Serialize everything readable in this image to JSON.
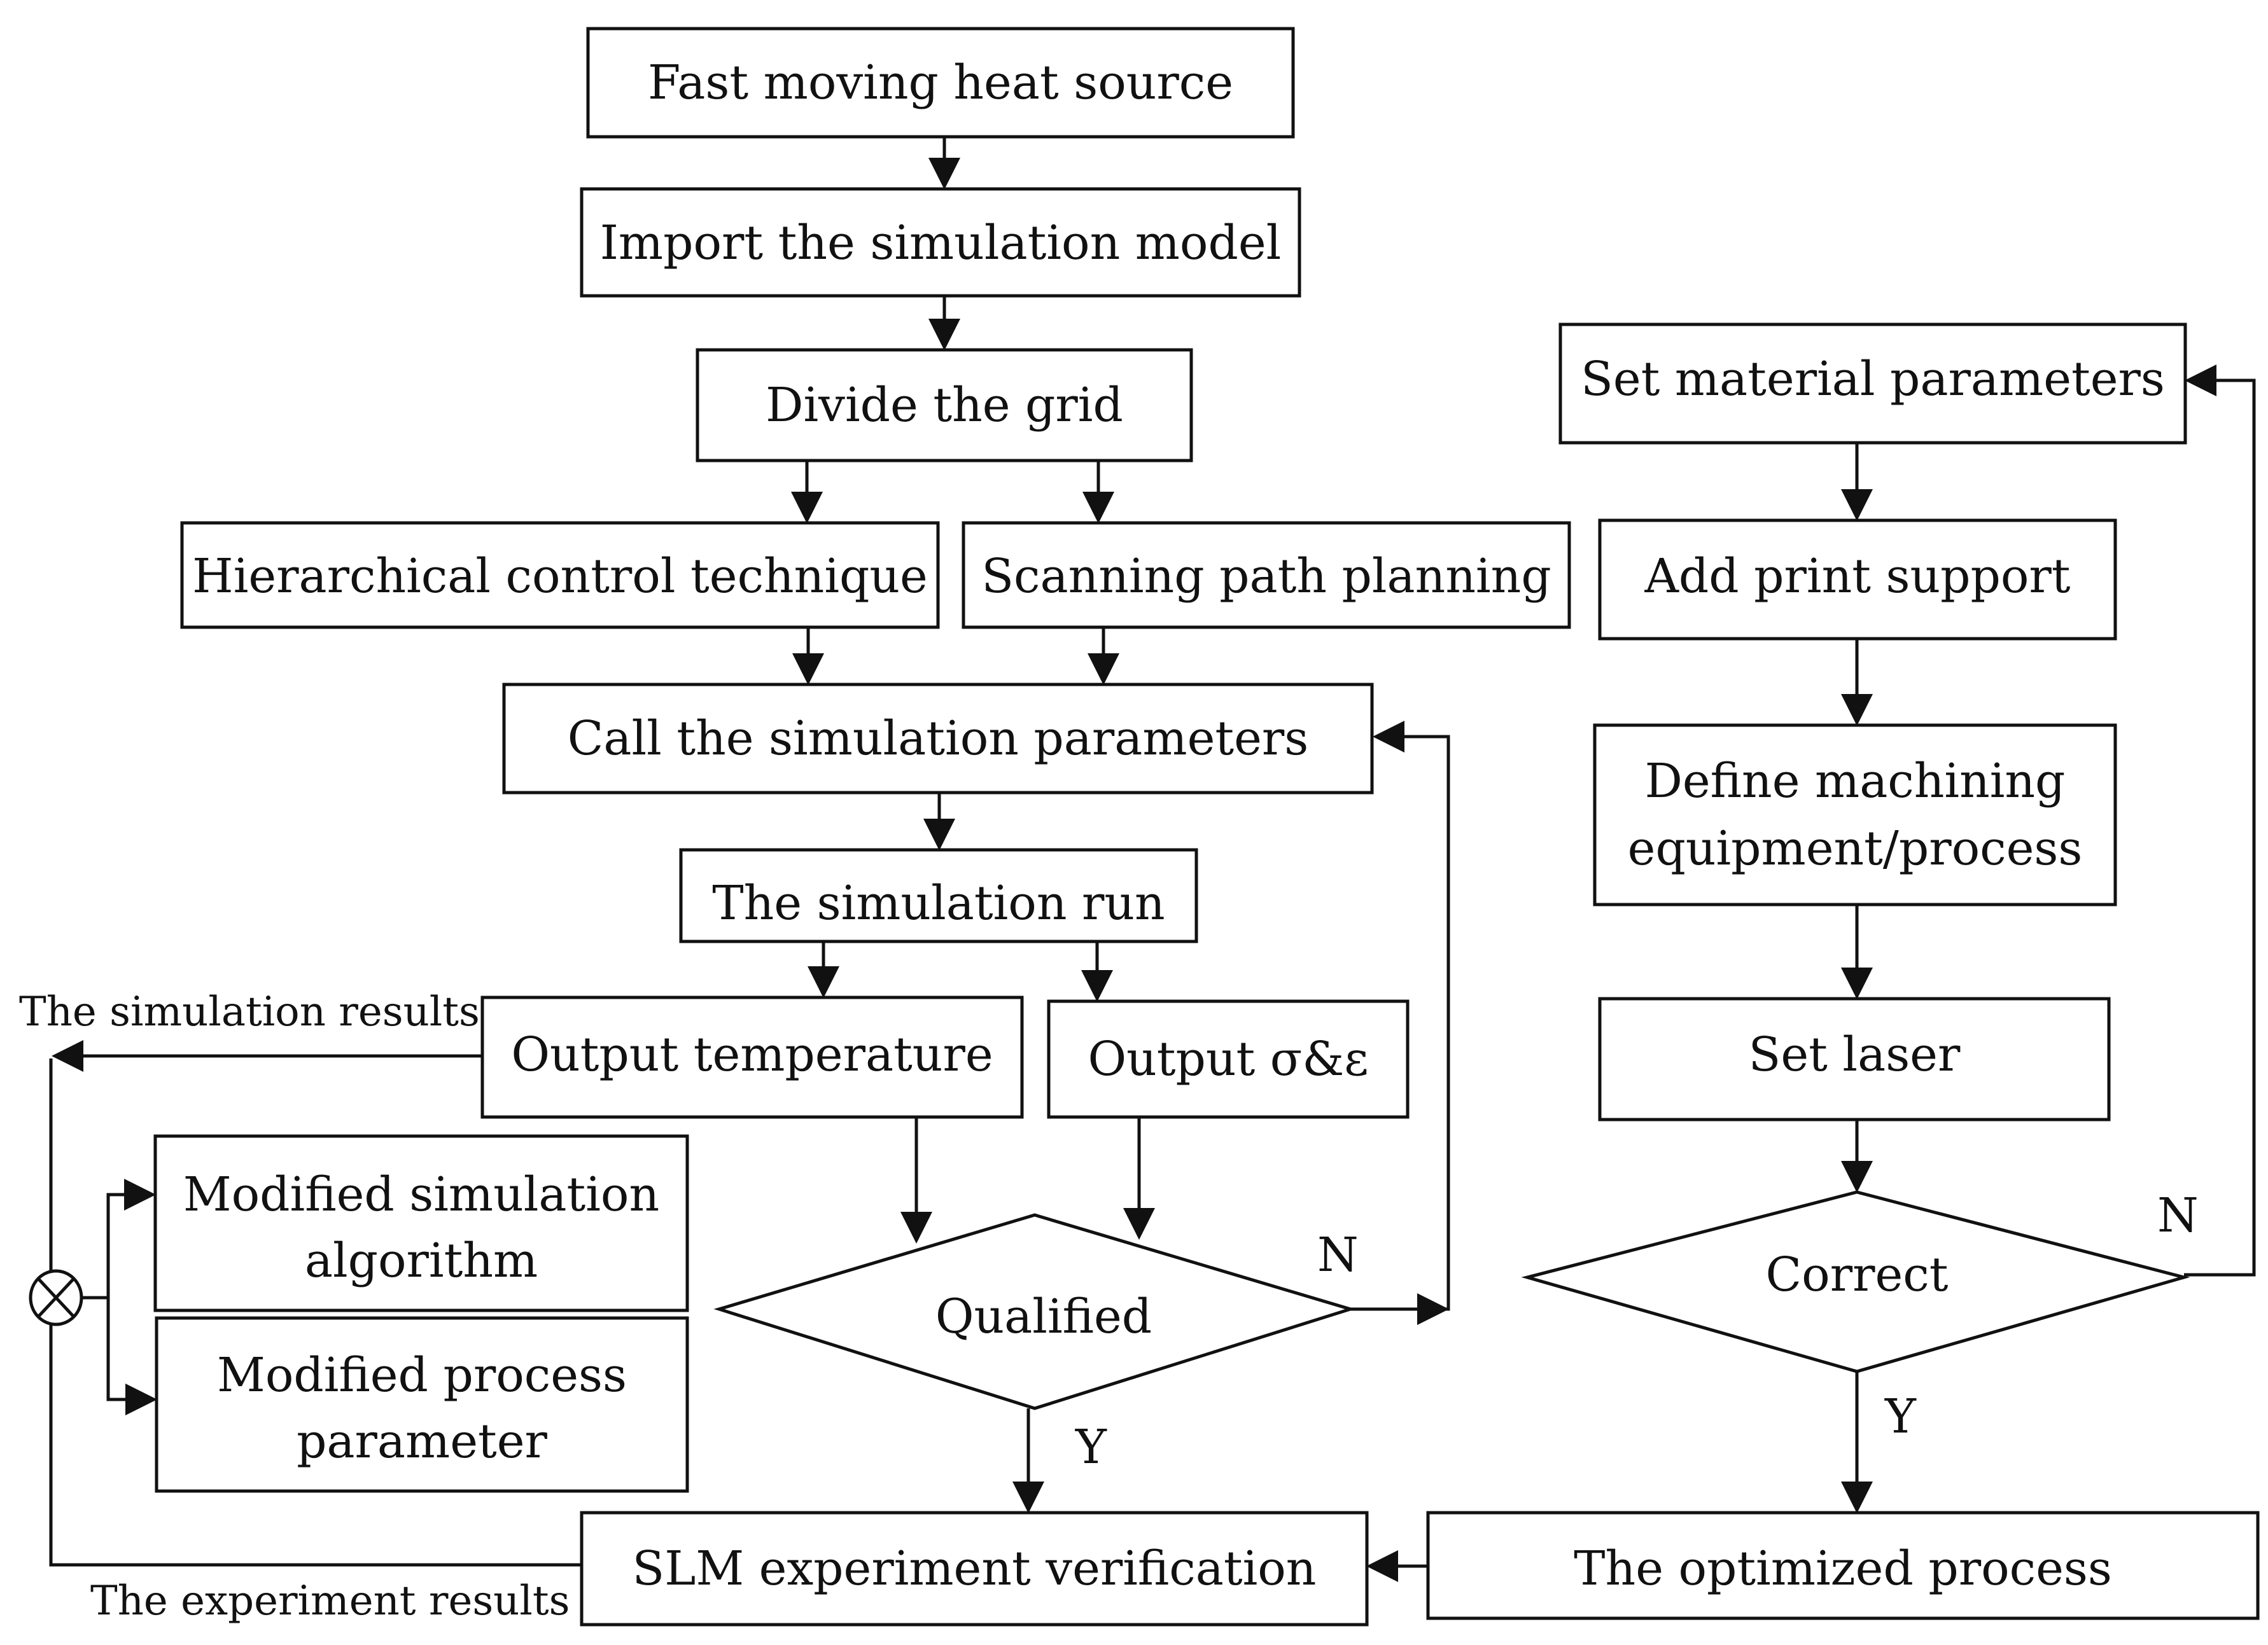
{
  "nodes": {
    "heat_source": "Fast moving heat source",
    "import_model": "Import the simulation model",
    "divide_grid": "Divide the grid",
    "hierarchical": "Hierarchical control technique",
    "scanning": "Scanning path planning",
    "call_params": "Call the simulation parameters",
    "sim_run": "The simulation run",
    "out_temp": "Output temperature",
    "out_stress": "Output σ&ε",
    "mod_alg_1": "Modified simulation",
    "mod_alg_2": "algorithm",
    "mod_proc_1": "Modified process",
    "mod_proc_2": "parameter",
    "qualified": "Qualified",
    "slm": "SLM experiment verification",
    "set_material": "Set material parameters",
    "add_support": "Add print support",
    "define_1": "Define machining",
    "define_2": "equipment/process",
    "set_laser": "Set laser",
    "correct": "Correct",
    "optimized": "The optimized process"
  },
  "labels": {
    "sim_results": "The simulation results",
    "exp_results": "The experiment results",
    "qualified_no": "N",
    "qualified_yes": "Y",
    "correct_no": "N",
    "correct_yes": "Y"
  },
  "icons": {
    "comparator": "circled-times-icon"
  }
}
